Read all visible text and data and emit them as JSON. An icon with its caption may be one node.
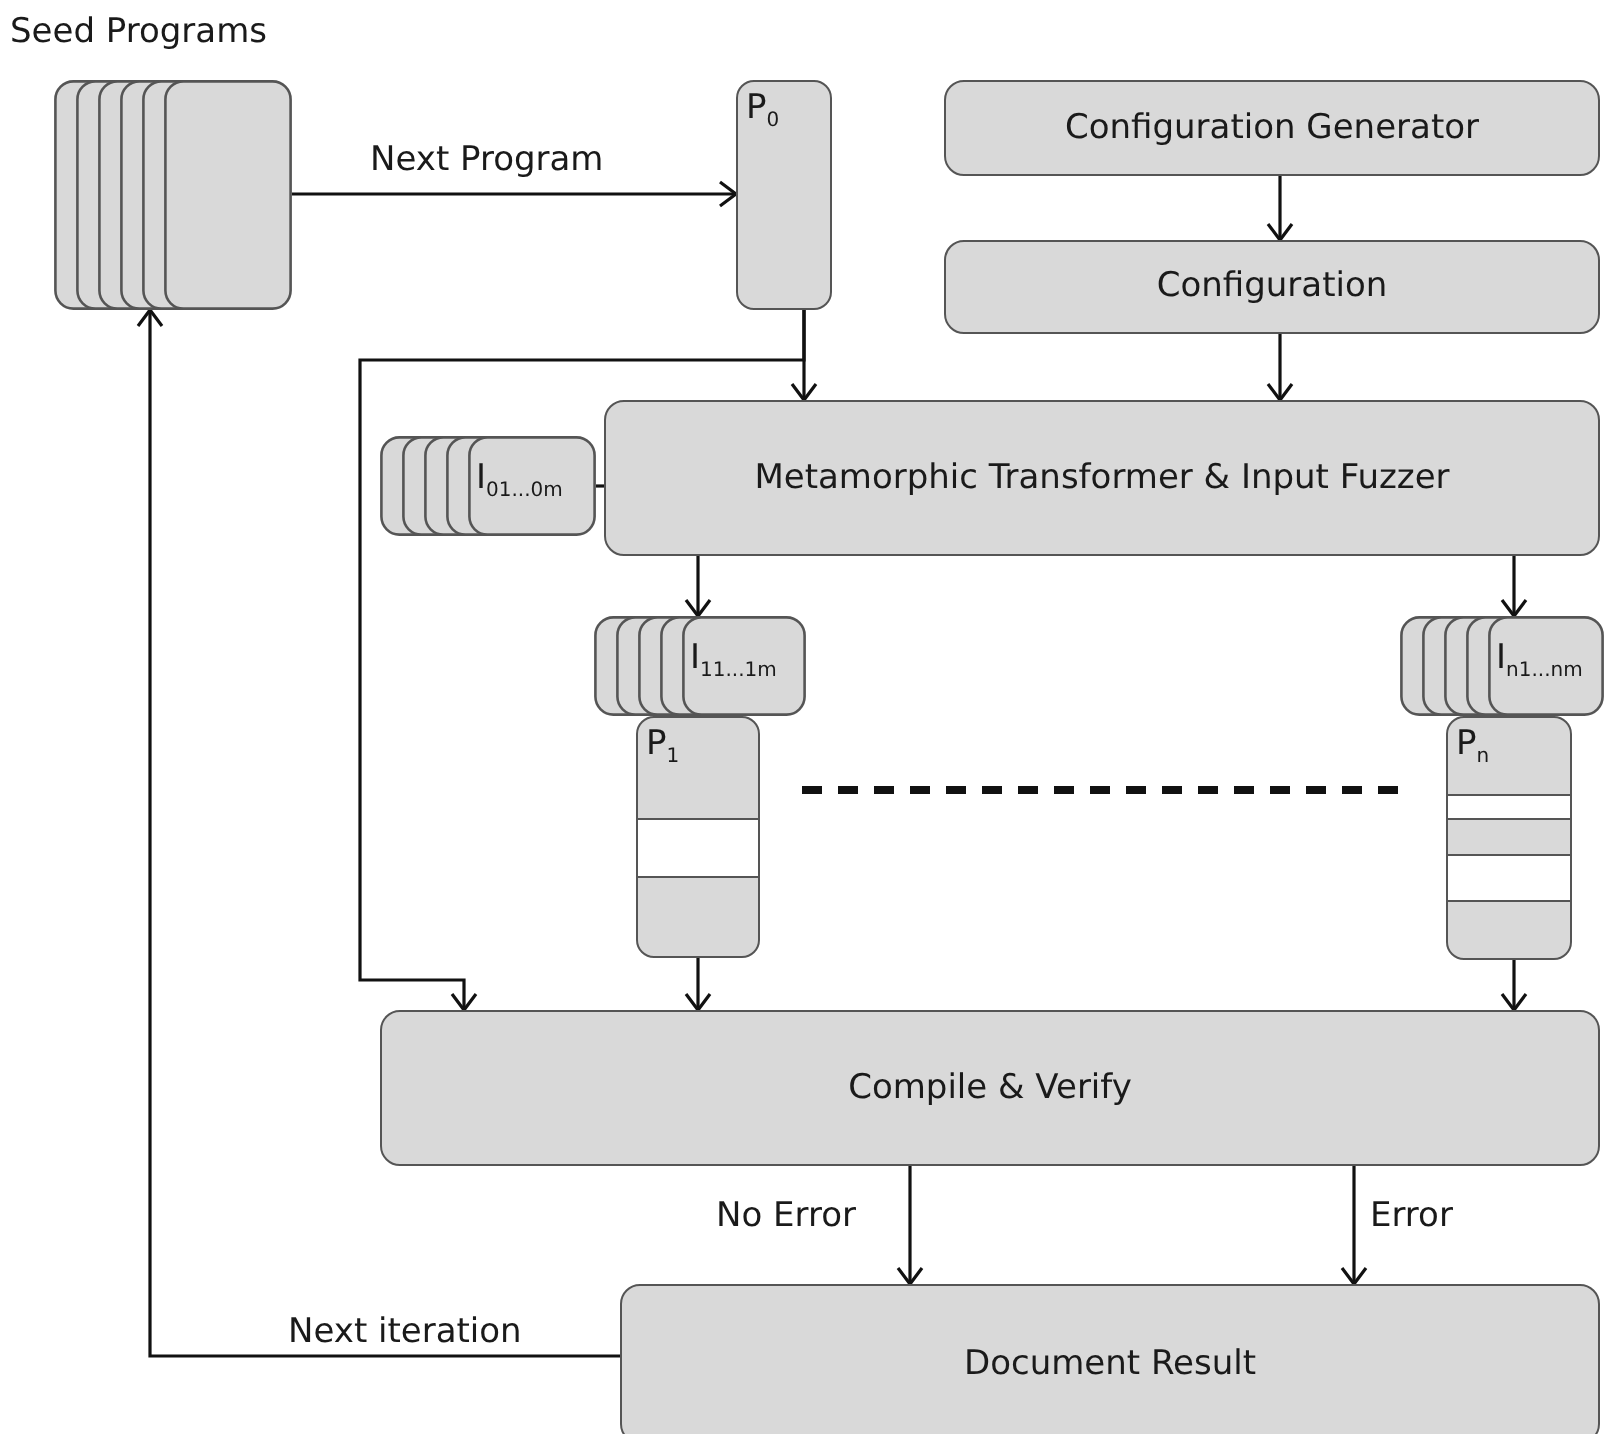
{
  "diagram": {
    "nodes": [
      {
        "text": [
          "Seed Programs"
        ]
      },
      {
        "text": [
          "P$_{0}$"
        ]
      },
      {
        "text": [
          "Configuration Generator"
        ]
      },
      {
        "text": [
          "Configuration"
        ]
      },
      {
        "text": [
          "Metamorphic Transformer & Input Fuzzer"
        ]
      },
      {
        "text": [
          "I$_{01...0m}$"
        ]
      },
      {
        "text": [
          "I$_{11...1m}$"
        ]
      },
      {
        "text": [
          "P$_{1}$"
        ]
      },
      {
        "text": [
          "I$_{n1...nm}$"
        ]
      },
      {
        "text": [
          "P$_{n}$"
        ]
      },
      {
        "text": [
          "Compile & Verify"
        ]
      },
      {
        "text": [
          "Document Result"
        ]
      }
    ],
    "edges": [
      {
        "from": 0,
        "to": 1,
        "arrow": "to",
        "label": "Next Program"
      },
      {
        "from": 1,
        "to": 4,
        "arrow": "to"
      },
      {
        "from": 1,
        "to": 10,
        "arrow": "to"
      },
      {
        "from": 2,
        "to": 3,
        "arrow": "to"
      },
      {
        "from": 3,
        "to": 4,
        "arrow": "to"
      },
      {
        "from": 5,
        "to": 4,
        "arrow": "none"
      },
      {
        "from": 4,
        "to": 6,
        "arrow": "to"
      },
      {
        "from": 4,
        "to": 8,
        "arrow": "to"
      },
      {
        "from": 7,
        "to": 10,
        "arrow": "to"
      },
      {
        "from": 9,
        "to": 10,
        "arrow": "to"
      },
      {
        "from": 10,
        "to": 11,
        "arrow": "to",
        "label": "No Error"
      },
      {
        "from": 10,
        "to": 11,
        "arrow": "to",
        "label": "Error"
      },
      {
        "from": 11,
        "to": 0,
        "arrow": "to",
        "label": "Next iteration"
      }
    ]
  }
}
